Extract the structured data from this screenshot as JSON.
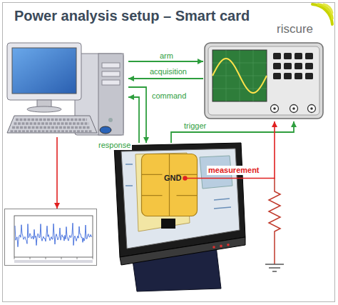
{
  "diagram": {
    "title": "Power analysis setup – Smart card",
    "nodes": [
      {
        "text": []
      },
      {
        "text": []
      },
      {
        "text": []
      },
      {
        "text": [
          "GND"
        ],
        "in": 2
      },
      {
        "text": []
      }
    ],
    "edges": [
      {
        "from": 0,
        "to": 1,
        "arrow": "to",
        "label": "arm"
      },
      {
        "from": 1,
        "to": 0,
        "arrow": "to",
        "label": "acquisition"
      },
      {
        "from": 0,
        "to": 2,
        "arrow": "to",
        "label": "command"
      },
      {
        "from": 2,
        "to": 0,
        "arrow": "to",
        "label": "response"
      },
      {
        "from": 2,
        "to": 1,
        "arrow": "to",
        "label": "trigger"
      },
      {
        "from": 3,
        "to": 1,
        "arrow": "to",
        "label": "measurement"
      },
      {
        "from": 0,
        "to": 4,
        "arrow": "to"
      }
    ],
    "labels": [
      "riscure"
    ]
  }
}
